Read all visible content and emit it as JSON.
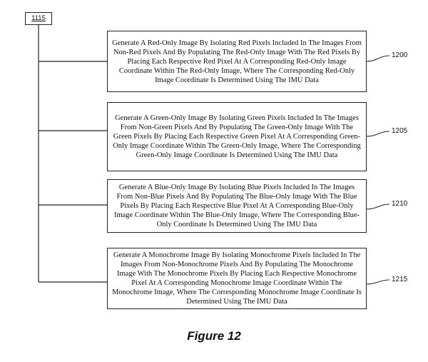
{
  "diagram": {
    "root_label": "1115",
    "steps": [
      {
        "text": "Generate A Red-Only Image By Isolating Red Pixels Included In The Images From Non-Red Pixels And By Populating The Red-Only Image With The Red Pixels By Placing Each Respective Red Pixel At A Corresponding Red-Only Image Coordinate Within The Red-Only Image, Where The Corresponding Red-Only Image Coordinate Is Determined Using The IMU Data",
        "label": "1200"
      },
      {
        "text": "Generate A Green-Only Image By Isolating Green Pixels Included In The Images From Non-Green Pixels And By Populating The Green-Only Image With The Green Pixels By Placing Each Respective Green Pixel At A Corresponding Green-Only Image Coordinate Within The Green-Only Image, Where The Corresponding Green-Only Image Coordinate Is Determined Using The IMU Data",
        "label": "1205"
      },
      {
        "text": "Generate A Blue-Only Image By Isolating Blue Pixels Included In The Images From Non-Blue Pixels And By Populating The Blue-Only Image With The Blue Pixels By Placing Each Respective Blue Pixel At A Corresponding Blue-Only Image Coordinate Within The Blue-Only Image, Where The Corresponding Blue-Only Coordinate Is Determined Using The IMU Data",
        "label": "1210"
      },
      {
        "text": "Generate A Monochrome Image By Isolating Monochrome Pixels Included In The Images From Non-Monochrome Pixels And By Populating The Monochrome Image With The Monochrome Pixels By Placing Each Respective Monochrome Pixel At A Corresponding Monochrome Image Coordinate Within The Monochrome Image, Where The Corresponding Monochrome Image Coordinate Is Determined Using The IMU Data",
        "label": "1215"
      }
    ],
    "caption": "Figure 12"
  }
}
